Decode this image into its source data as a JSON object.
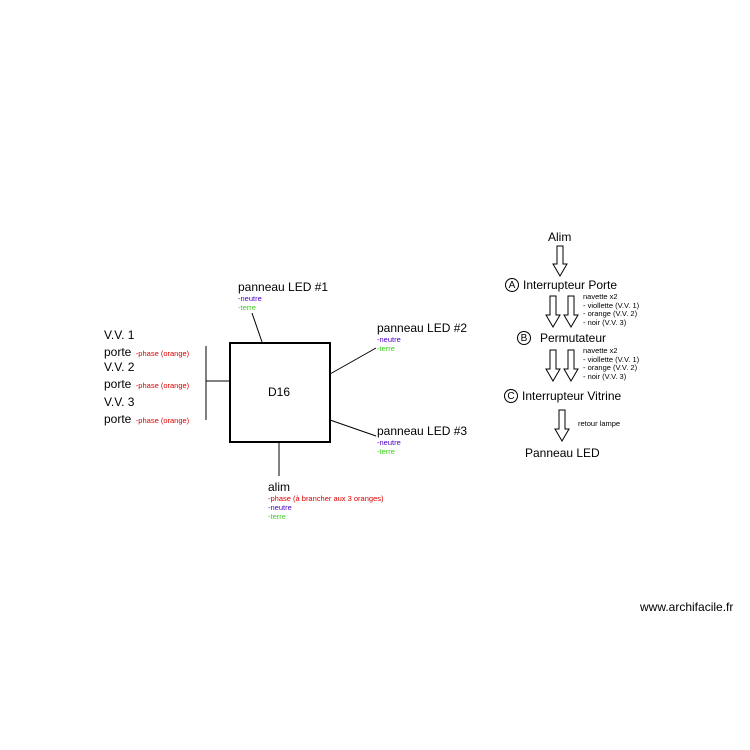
{
  "box": {
    "label": "D16"
  },
  "led1": {
    "title": "panneau LED #1",
    "neutre": "-neutre",
    "terre": "-terre"
  },
  "led2": {
    "title": "panneau LED #2",
    "neutre": "-neutre",
    "terre": "-terre"
  },
  "led3": {
    "title": "panneau LED #3",
    "neutre": "-neutre",
    "terre": "-terre"
  },
  "alim_box": {
    "title": "alim",
    "phase": "-phase (à brancher aux 3 oranges)",
    "neutre": "-neutre",
    "terre": "-terre"
  },
  "vv1": {
    "title": "V.V. 1",
    "porte": "porte",
    "phase": "-phase (orange)"
  },
  "vv2": {
    "title": "V.V. 2",
    "porte": "porte",
    "phase": "-phase (orange)"
  },
  "vv3": {
    "title": "V.V. 3",
    "porte": "porte",
    "phase": "-phase (orange)"
  },
  "flow": {
    "alim": "Alim",
    "a_letter": "A",
    "a_label": "Interrupteur Porte",
    "b_letter": "B",
    "b_label": "Permutateur",
    "c_letter": "C",
    "c_label": "Interrupteur Vitrine",
    "end_label": "Panneau LED",
    "note1": [
      "navette x2",
      "- viollette (V.V. 1)",
      "- orange (V.V. 2)",
      "- noir (V.V. 3)"
    ],
    "note2": [
      "navette x2",
      "- viollette (V.V. 1)",
      "- orange (V.V. 2)",
      "- noir (V.V. 3)"
    ],
    "note3": "retour lampe"
  },
  "watermark": "www.archifacile.fr",
  "colors": {
    "neutre": "#4a00c8",
    "terre": "#3fcf1f",
    "phase": "#dd0000"
  }
}
